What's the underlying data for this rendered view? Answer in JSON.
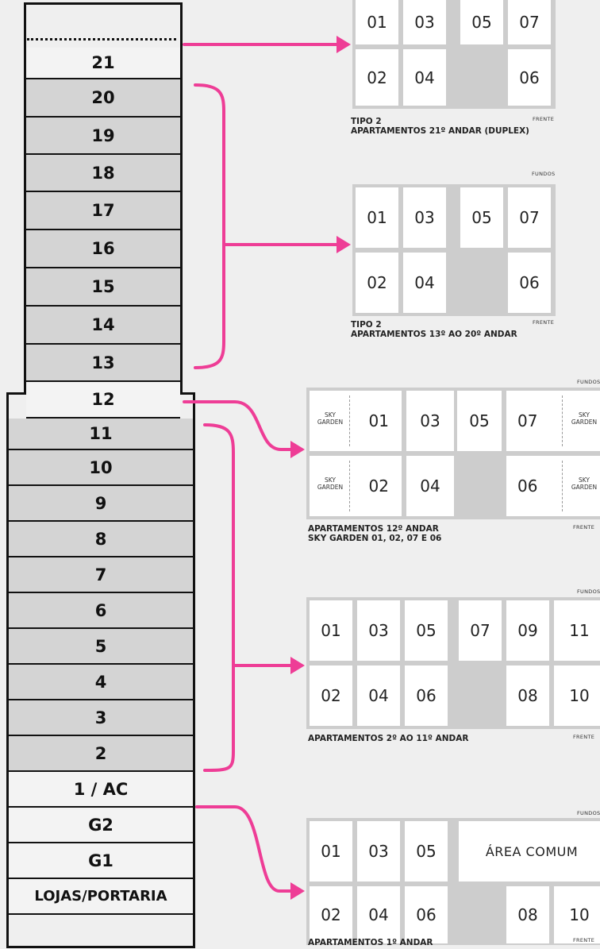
{
  "floors": [
    {
      "label": "21",
      "style": "light"
    },
    {
      "label": "20",
      "style": "dark"
    },
    {
      "label": "19",
      "style": "dark"
    },
    {
      "label": "18",
      "style": "dark"
    },
    {
      "label": "17",
      "style": "dark"
    },
    {
      "label": "16",
      "style": "dark"
    },
    {
      "label": "15",
      "style": "dark"
    },
    {
      "label": "14",
      "style": "dark"
    },
    {
      "label": "13",
      "style": "dark"
    },
    {
      "label": "12",
      "style": "light"
    },
    {
      "label": "11",
      "style": "dark"
    },
    {
      "label": "10",
      "style": "dark"
    },
    {
      "label": "9",
      "style": "dark"
    },
    {
      "label": "8",
      "style": "dark"
    },
    {
      "label": "7",
      "style": "dark"
    },
    {
      "label": "6",
      "style": "dark"
    },
    {
      "label": "5",
      "style": "dark"
    },
    {
      "label": "4",
      "style": "dark"
    },
    {
      "label": "3",
      "style": "dark"
    },
    {
      "label": "2",
      "style": "dark"
    },
    {
      "label": "1 / AC",
      "style": "light"
    },
    {
      "label": "G2",
      "style": "light"
    },
    {
      "label": "G1",
      "style": "light"
    },
    {
      "label": "LOJAS/PORTARIA",
      "style": "light"
    }
  ],
  "plans": {
    "p21": {
      "units_top": [
        "01",
        "03",
        "05",
        "07"
      ],
      "units_bottom": [
        "02",
        "04",
        "06"
      ],
      "side_label": "FRENTE",
      "caption_1": "TIPO 2",
      "caption_2": "APARTAMENTOS 21º ANDAR (DUPLEX)"
    },
    "p13": {
      "units_top": [
        "01",
        "03",
        "05",
        "07"
      ],
      "units_bottom": [
        "02",
        "04",
        "06"
      ],
      "top_label": "FUNDOS",
      "side_label": "FRENTE",
      "caption_1": "TIPO 2",
      "caption_2": "APARTAMENTOS 13º AO 20º ANDAR"
    },
    "p12": {
      "units_top": [
        "01",
        "03",
        "05",
        "07"
      ],
      "units_bottom": [
        "02",
        "04",
        "06"
      ],
      "sky": "SKY\nGARDEN",
      "top_label": "FUNDOS",
      "side_label": "FRENTE",
      "caption_1": "APARTAMENTOS 12º ANDAR",
      "caption_2": "SKY GARDEN 01, 02, 07 E 06"
    },
    "p2": {
      "units_top": [
        "01",
        "03",
        "05",
        "07",
        "09",
        "11"
      ],
      "units_bottom": [
        "02",
        "04",
        "06",
        "08",
        "10"
      ],
      "top_label": "FUNDOS",
      "side_label": "FRENTE",
      "caption_1": "APARTAMENTOS 2º AO 11º ANDAR"
    },
    "p1": {
      "units_top": [
        "01",
        "03",
        "05"
      ],
      "common": "ÁREA COMUM",
      "units_bottom": [
        "02",
        "04",
        "06",
        "08",
        "10"
      ],
      "top_label": "FUNDOS",
      "side_label": "FRENTE",
      "caption_1": "APARTAMENTOS 1º ANDAR"
    }
  },
  "colors": {
    "arrow": "#ee3d96",
    "floor_dark": "#d4d4d4",
    "floor_light": "#f3f3f3",
    "plan_gray": "#cdcdcd"
  }
}
